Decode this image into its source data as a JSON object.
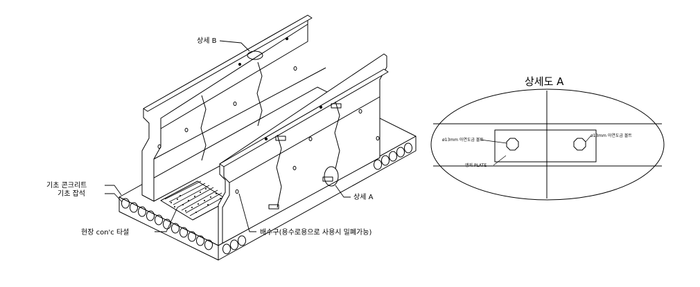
{
  "labels": {
    "detail_b": "상세 B",
    "detail_a": "상세 A",
    "foundation_concrete": "기초 콘크리트",
    "foundation_gravel": "기초 잡석",
    "onsite_pour": "현장 con'c 타설",
    "drain_hole": "배수구(용수로용으로 사용시 밀폐가능)"
  },
  "detail_view": {
    "title": "상세도 A",
    "bolt_left": "ø13mm 아연도금 볼트",
    "bolt_right": "ø13mm 아연도금 볼트",
    "plate": "앵커 PLATE"
  }
}
